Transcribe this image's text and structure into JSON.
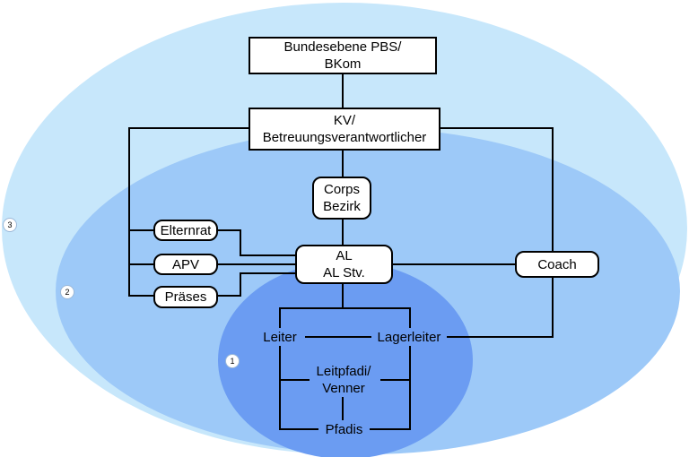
{
  "zones": [
    {
      "number": "1",
      "color": "#6b9cf2"
    },
    {
      "number": "2",
      "color": "#9dc9f8"
    },
    {
      "number": "3",
      "color": "#c7e7fb"
    }
  ],
  "nodes": {
    "bundesebene": {
      "line1": "Bundesebene PBS/",
      "line2": "BKom"
    },
    "kv": {
      "line1": "KV/",
      "line2": "Betreuungsverantwortlicher"
    },
    "corps": {
      "line1": "Corps",
      "line2": "Bezirk"
    },
    "elternrat": "Elternrat",
    "apv": "APV",
    "praeses": "Präses",
    "al": {
      "line1": "AL",
      "line2": "AL Stv."
    },
    "coach": "Coach",
    "leiter": "Leiter",
    "lagerleiter": "Lagerleiter",
    "leitpfadi": {
      "line1": "Leitpfadi/",
      "line2": "Venner"
    },
    "pfadis": "Pfadis"
  }
}
